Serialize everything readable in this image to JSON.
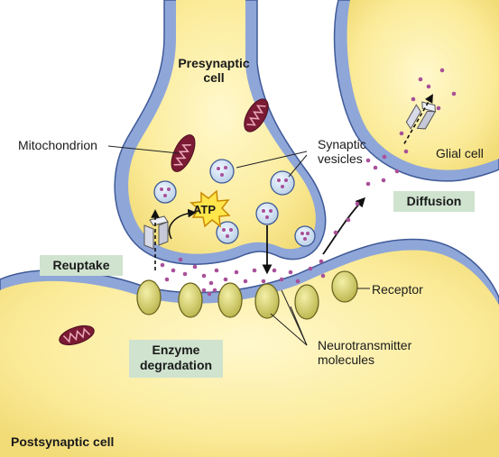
{
  "labels": {
    "presynaptic": "Presynaptic\ncell",
    "mitochondrion": "Mitochondrion",
    "synaptic_vesicles": "Synaptic\nvesicles",
    "atp": "ATP",
    "glial_cell": "Glial cell",
    "diffusion": "Diffusion",
    "reuptake": "Reuptake",
    "receptor": "Receptor",
    "enzyme_degradation": "Enzyme\ndegradation",
    "neurotransmitter_molecules": "Neurotransmitter\nmolecules",
    "postsynaptic": "Postsynaptic cell"
  },
  "colors": {
    "cytoplasm": "#fbeea0",
    "membrane": "#8fa6d8",
    "membrane_dark": "#4f6aa8",
    "vesicle": "#cfe0f0",
    "molecule": "#a8509a",
    "mitochondrion": "#8a1f3a",
    "receptor": "#d8d46a",
    "tag_bg": "#cfe3cf"
  }
}
